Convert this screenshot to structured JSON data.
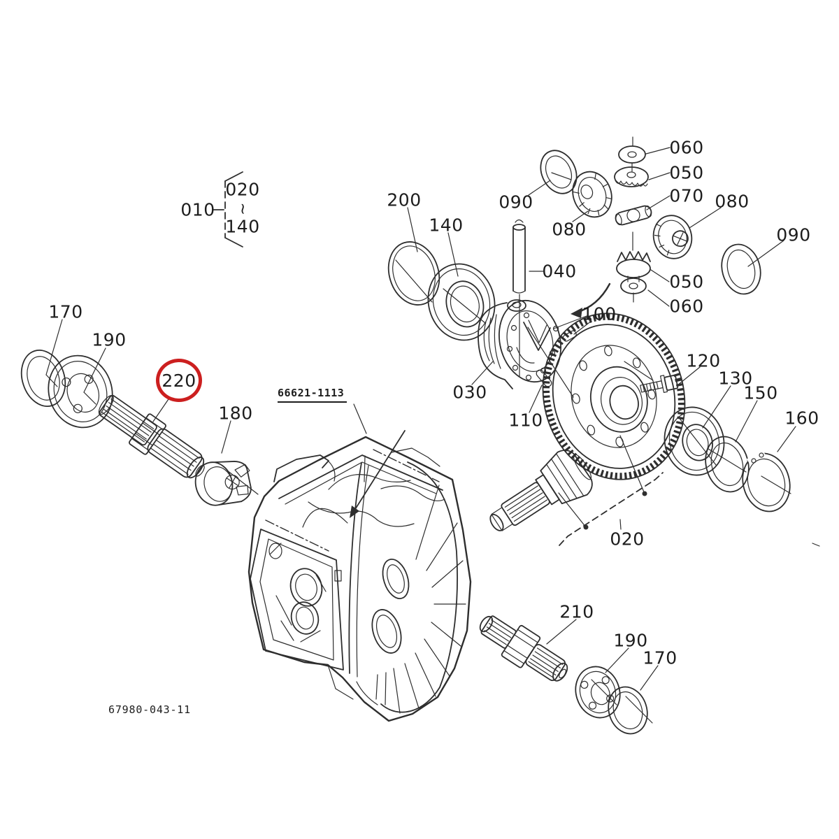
{
  "figure": {
    "part_number": "66621-1113",
    "drawing_number": "67980-043-11",
    "highlight_color": "#cc1f1f",
    "line_color": "#2e2e2e",
    "highlighted_ref": "220"
  },
  "callouts": {
    "c010": "010",
    "c020_range": "020",
    "c_range_tilde": "~",
    "c140_range": "140",
    "c200": "200",
    "c140": "140",
    "c090_left": "090",
    "c080_left": "080",
    "c060_top": "060",
    "c050_top": "050",
    "c070": "070",
    "c080_right": "080",
    "c090_right": "090",
    "c050_bottom": "050",
    "c060_bottom": "060",
    "c040": "040",
    "c100": "100",
    "c030": "030",
    "c110": "110",
    "c120": "120",
    "c130": "130",
    "c150": "150",
    "c160": "160",
    "c170_upper": "170",
    "c190_upper": "190",
    "c220": "220",
    "c180": "180",
    "c020_lower": "020",
    "c210": "210",
    "c190_lower": "190",
    "c170_lower": "170"
  }
}
